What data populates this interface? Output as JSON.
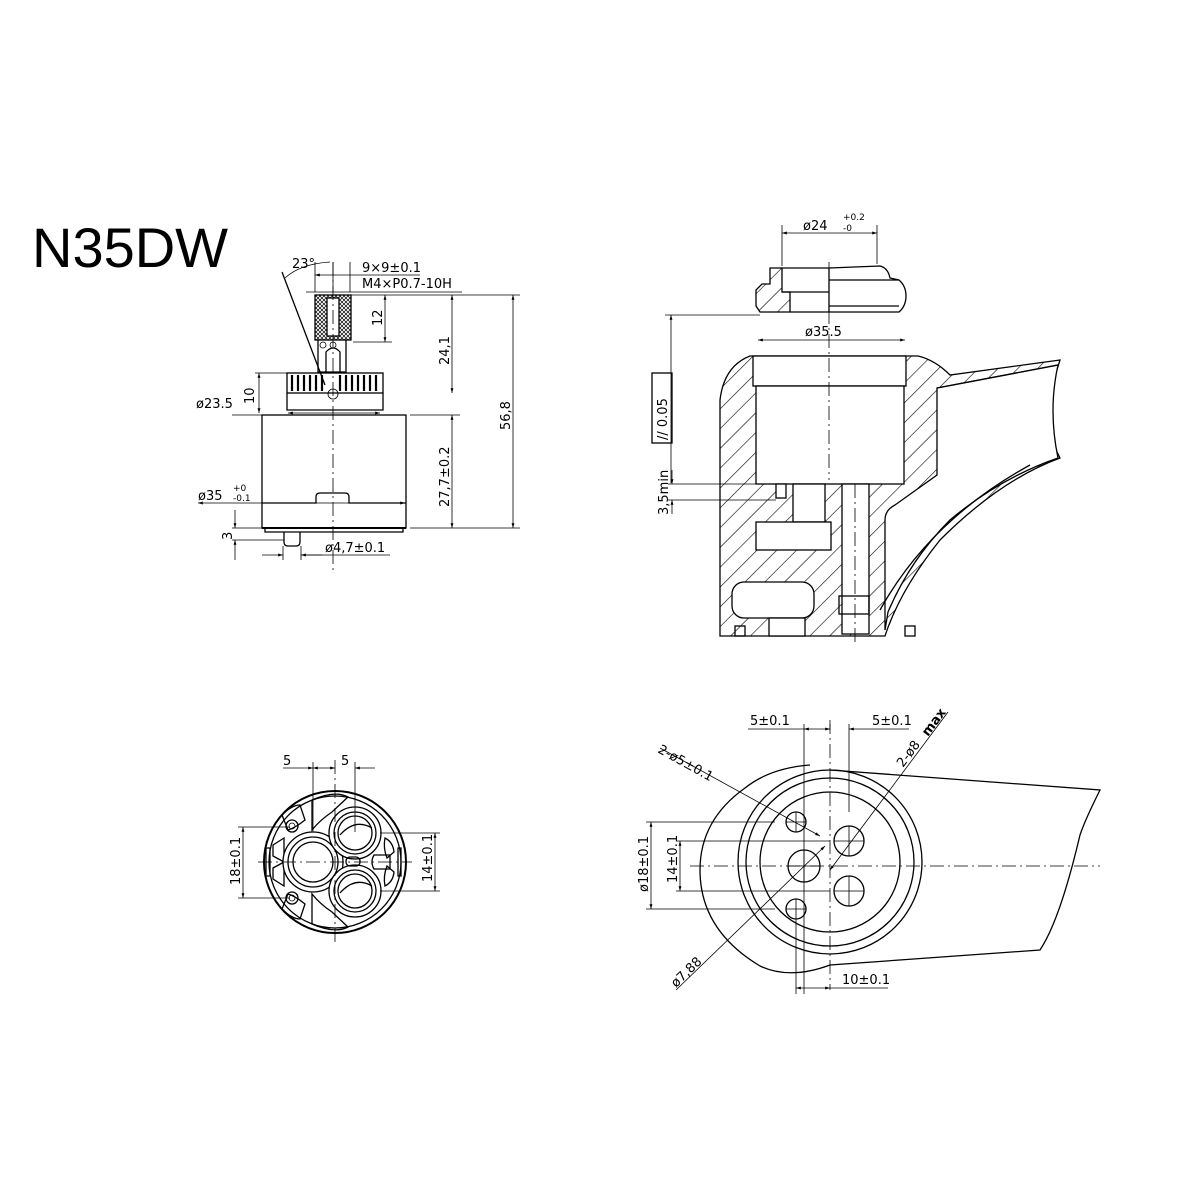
{
  "title": "N35DW",
  "views": {
    "side_view": {
      "angle": "23°",
      "stem_size": "9×9±0.1",
      "thread": "M4×P0.7-10H",
      "stem_height": "12",
      "stem_to_base": "24,1",
      "total_height": "56,8",
      "collar_diameter": "ø23.5",
      "collar_height": "10",
      "body_height": "27,7±0.2",
      "body_diameter_main": "ø35",
      "body_diameter_tol_upper": "+0",
      "body_diameter_tol_lower": "-0.1",
      "pin_height": "3",
      "pin_diameter": "ø4,7±0.1"
    },
    "section_view": {
      "nut_diameter_main": "ø24",
      "nut_diameter_tol_upper": "+0.2",
      "nut_diameter_tol_lower": "-0",
      "bore_diameter": "ø35.5",
      "parallelism": "// 0.05",
      "min_depth": "3,5min"
    },
    "bottom_view": {
      "offset_left": "5",
      "offset_right": "5",
      "outer_spacing": "18±0.1",
      "inner_spacing": "14±0.1"
    },
    "body_bottom_view": {
      "offset_left": "5±0.1",
      "offset_right": "5±0.1",
      "small_holes": "2-ø5±0.1",
      "large_holes": "2-ø8",
      "large_holes_suffix": "max",
      "outer_spacing": "ø18±0.1",
      "inner_spacing": "14±0.1",
      "center_hole": "ø7,88",
      "horizontal_offset": "10±0.1"
    }
  }
}
